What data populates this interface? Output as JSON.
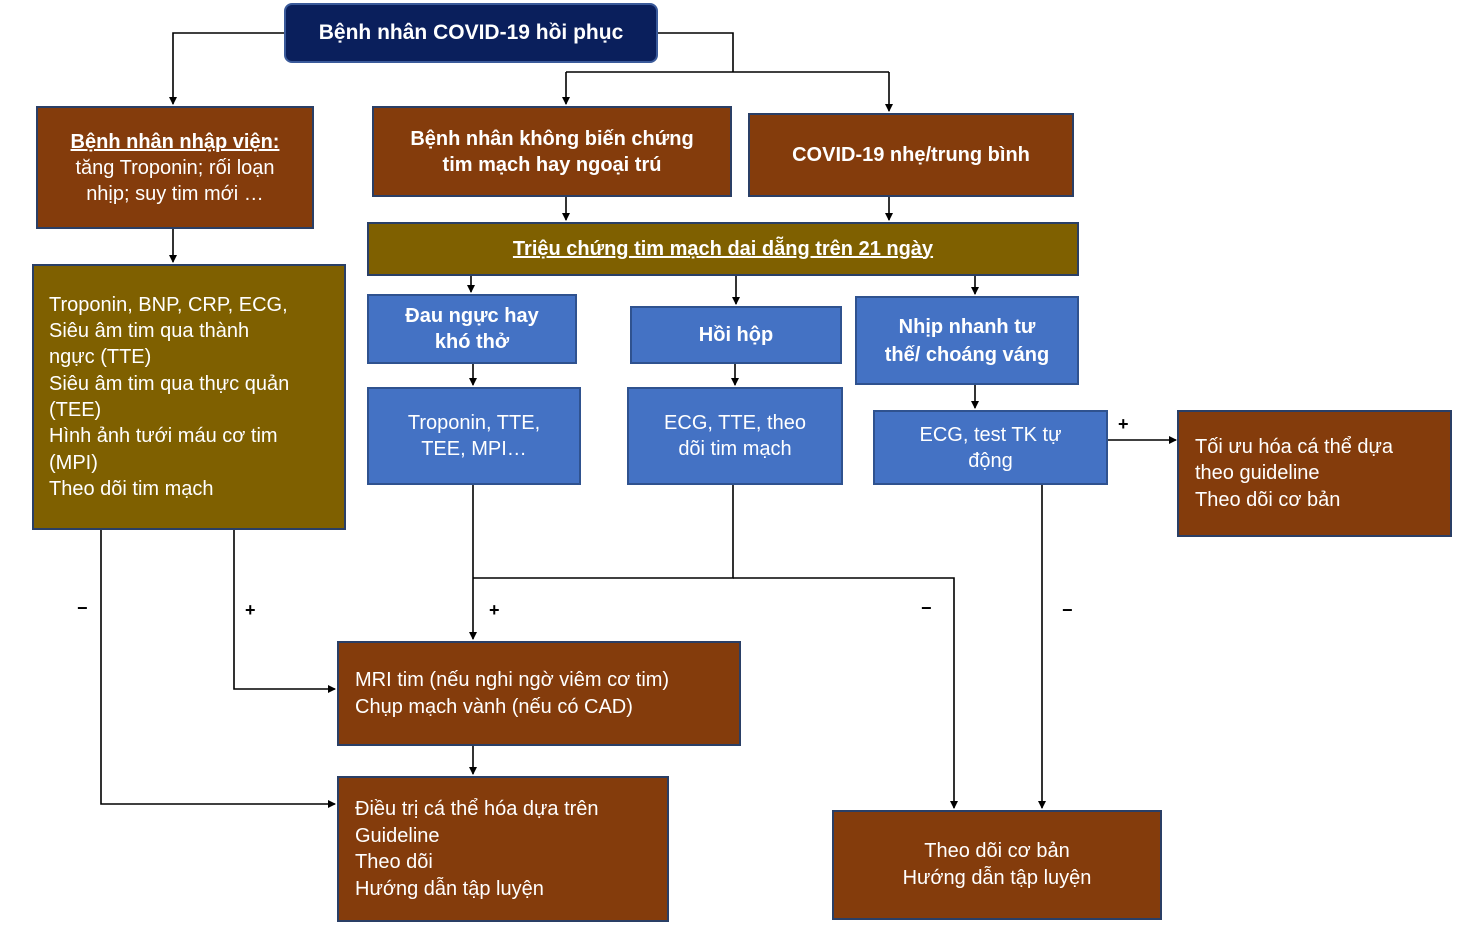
{
  "nodes": {
    "root": "Bệnh nhân COVID-19 hồi phục",
    "inpatient_title": "Bệnh nhân nhập viện:",
    "inpatient_lines": [
      "tăng Troponin; rối loạn",
      "nhịp; suy tim mới …"
    ],
    "no_complication_lines": [
      "Bệnh nhân không biến chứng",
      "tim mạch hay ngoại trú"
    ],
    "mild": "COVID-19 nhẹ/trung bình",
    "tests_lines": [
      "Troponin, BNP, CRP, ECG,",
      "Siêu âm tim qua thành",
      "ngực (TTE)",
      "Siêu âm tim qua thực quản",
      "(TEE)",
      "Hình ảnh tưới máu cơ tim",
      "(MPI)",
      "Theo dõi tim mạch"
    ],
    "persistent": "Triệu chứng tim mạch dai dẵng trên 21 ngày",
    "chest_pain_lines": [
      "Đau ngực hay",
      "khó thở"
    ],
    "palpitation": "Hồi hộp",
    "tachycardia_lines": [
      "Nhịp nhanh tư",
      "thế/ choáng váng"
    ],
    "chest_tests_lines": [
      "Troponin, TTE,",
      "TEE, MPI…"
    ],
    "palp_tests_lines": [
      "ECG, TTE, theo",
      "dõi tim mạch"
    ],
    "tachy_tests_lines": [
      "ECG, test TK tự",
      "động"
    ],
    "optimize_lines": [
      "Tối ưu hóa cá thể dựa",
      "theo guideline",
      "Theo dõi cơ bản"
    ],
    "mri_lines": [
      "MRI tim (nếu nghi ngờ viêm cơ tim)",
      "Chụp mạch vành (nếu có CAD)"
    ],
    "treatment_lines": [
      "Điều trị cá thể hóa dựa trên",
      "Guideline",
      "Theo dõi",
      "Hướng dẫn tập luyện"
    ],
    "basic_lines": [
      "Theo dõi cơ bản",
      "Hướng dẫn tập luyện"
    ]
  },
  "signs": {
    "minus_left": "−",
    "plus_left": "+",
    "plus_center": "+",
    "minus_center": "−",
    "minus_right": "−",
    "plus_right": "+"
  },
  "colors": {
    "brown": "#843c0c",
    "olive": "#7f6000",
    "blue": "#4472c4",
    "navy": "#0a1f5c"
  }
}
